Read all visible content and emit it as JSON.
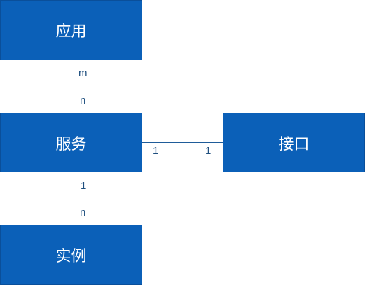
{
  "colors": {
    "box_fill": "#0b60b8",
    "line": "#1f5c99",
    "label": "#1f4f7f"
  },
  "nodes": {
    "app": "应用",
    "service": "服务",
    "interface": "接口",
    "instance": "实例"
  },
  "relations": {
    "app_service": {
      "app_end": "m",
      "service_end": "n"
    },
    "service_interface": {
      "service_end": "1",
      "interface_end": "1"
    },
    "service_instance": {
      "service_end": "1",
      "instance_end": "n"
    }
  }
}
